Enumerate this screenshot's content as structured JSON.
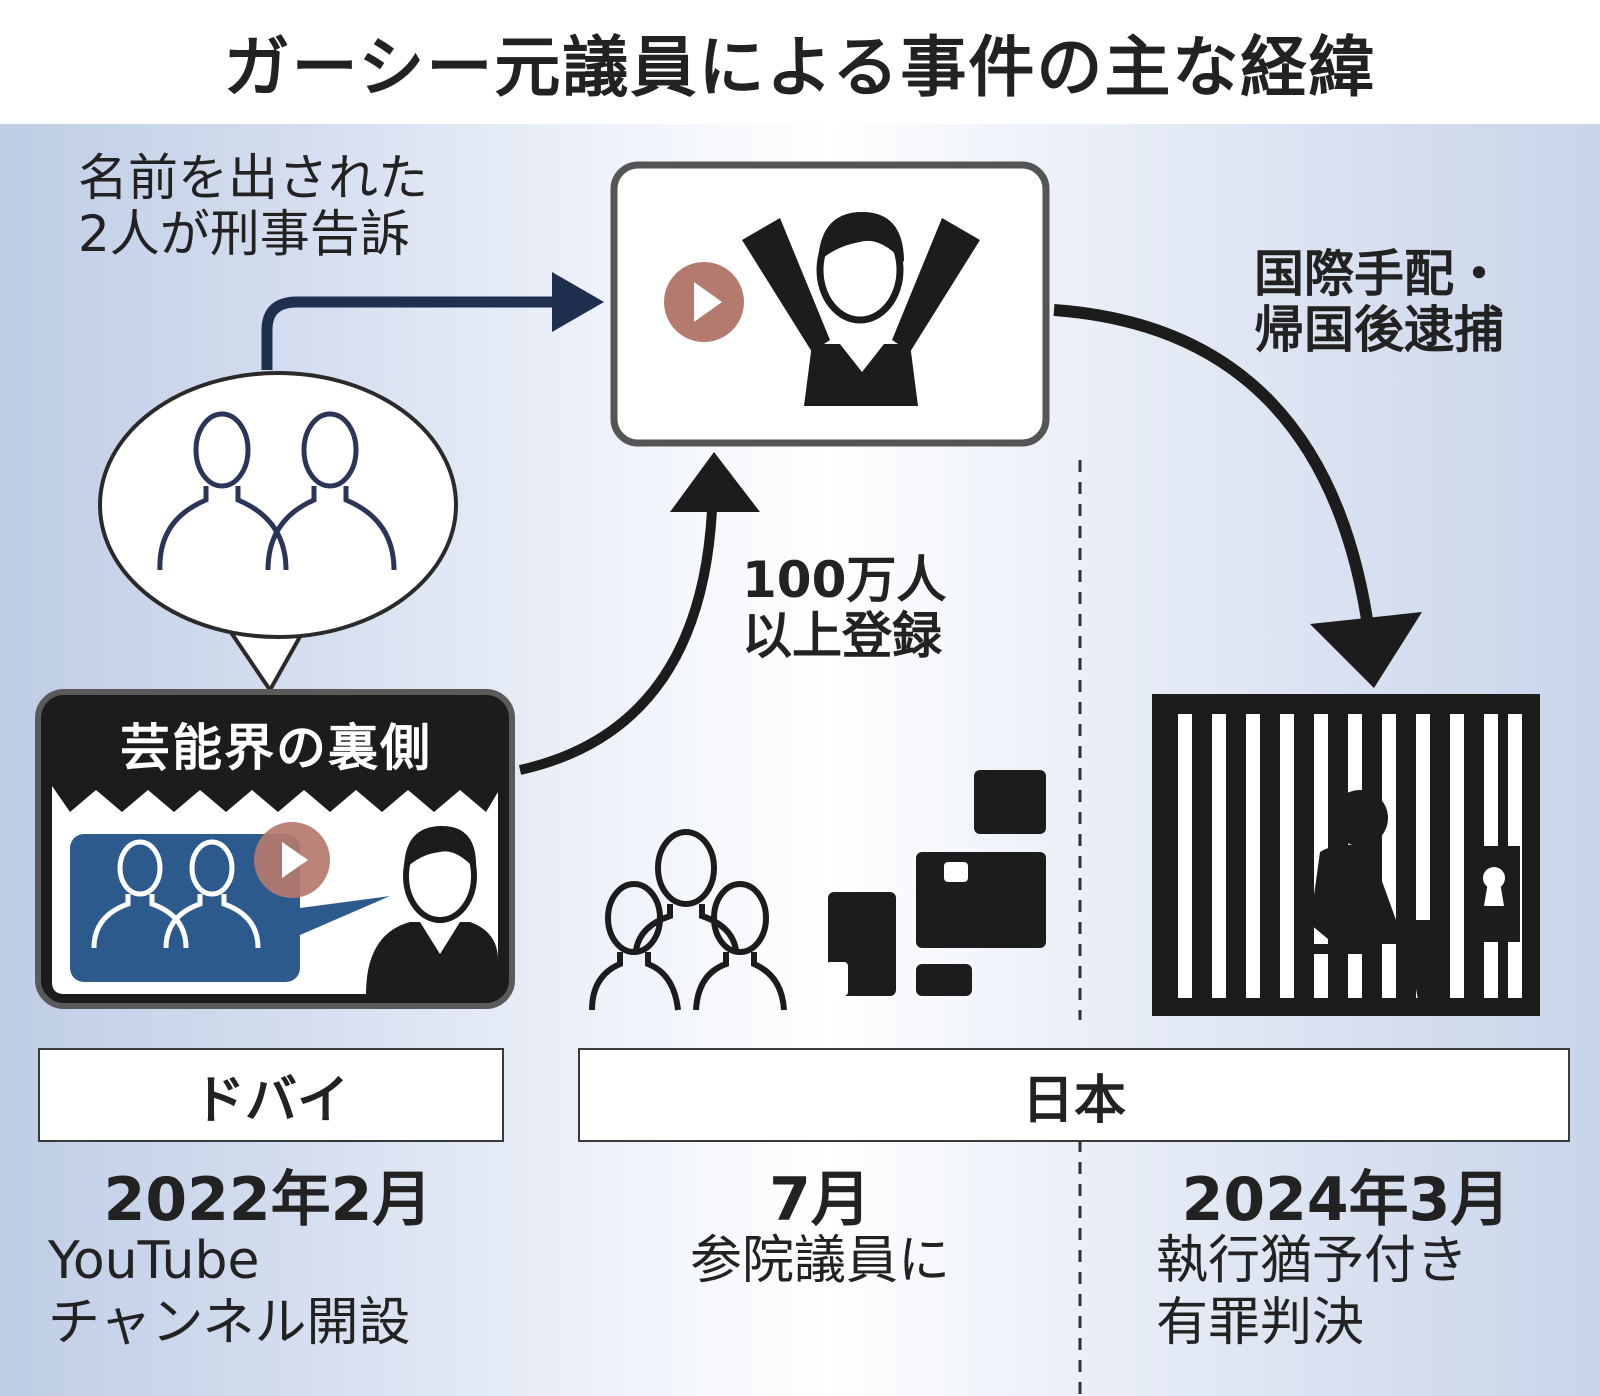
{
  "title": "ガーシー元議員による事件の主な経緯",
  "labels": {
    "complaint_line1": "名前を出された",
    "complaint_line2": "2人が刑事告訴",
    "arrest_line1": "国際手配・",
    "arrest_line2": "帰国後逮捕",
    "subscribers_line1": "100万人",
    "subscribers_line2": "以上登録",
    "channel_tag": "芸能界の裏側"
  },
  "locations": {
    "dubai": "ドバイ",
    "japan": "日本"
  },
  "timeline": [
    {
      "date": "2022年2月",
      "line1": "YouTube",
      "line2": "チャンネル開設"
    },
    {
      "date": "7月",
      "line1": "参院議員に",
      "line2": ""
    },
    {
      "date": "2024年3月",
      "line1": "執行猶予付き",
      "line2": "有罪判決"
    }
  ],
  "colors": {
    "arrow_navy": "#1f2f4f",
    "person_outline": "#2b3558",
    "play_button": "#b47a6e",
    "video_panel": "#2d5a8c",
    "black": "#1c1c1c"
  }
}
